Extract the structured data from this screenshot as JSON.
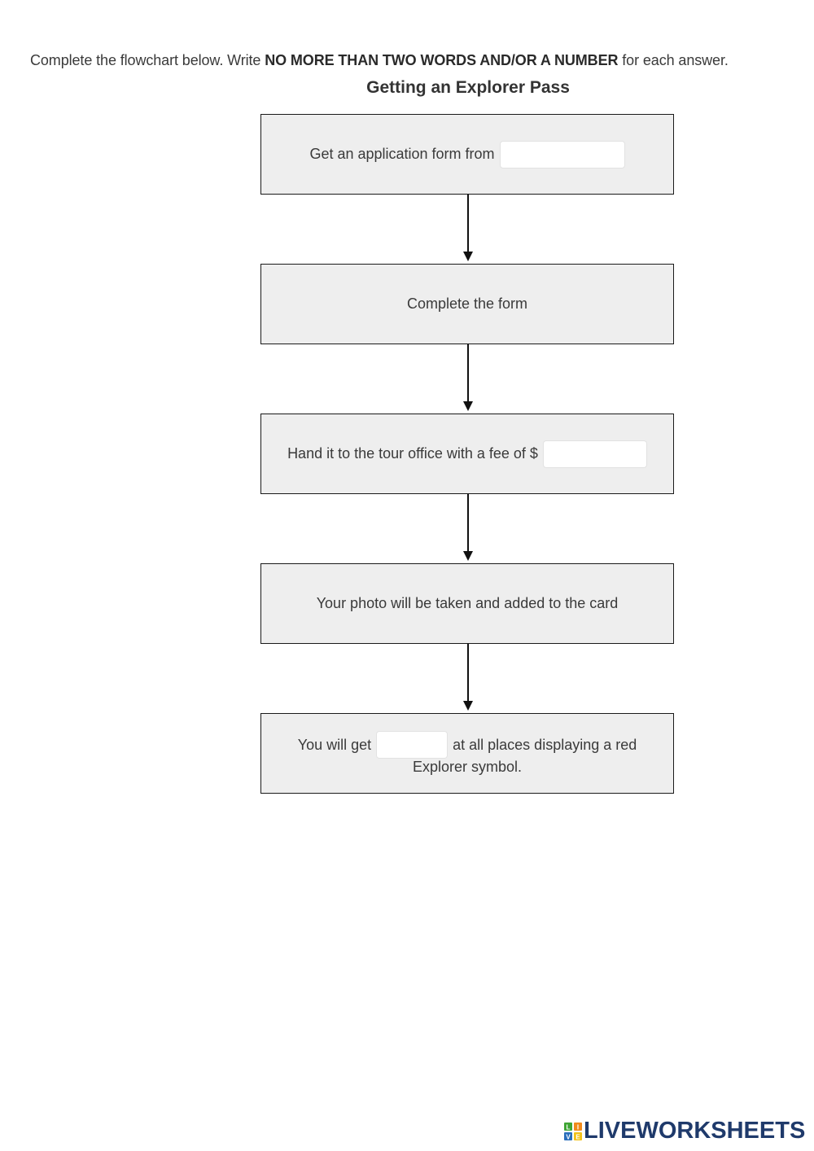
{
  "instructions": {
    "before": "Complete the flowchart below. Write ",
    "emphasis": "NO MORE THAN TWO WORDS AND/OR A NUMBER",
    "after": " for each answer."
  },
  "title": "Getting an Explorer Pass",
  "steps": [
    {
      "text": "Get an application form from",
      "answer": ""
    },
    {
      "text": "Complete the form"
    },
    {
      "text": "Hand it to the tour office with a fee of $",
      "answer": ""
    },
    {
      "text": "Your photo will be taken and added to the card"
    },
    {
      "text_before": "You will get",
      "answer": "",
      "text_after": "at all places displaying a red",
      "line2": "Explorer symbol."
    }
  ],
  "logo": {
    "text": "LIVEWORKSHEETS",
    "mark_letters": "LIVE",
    "colors": {
      "green": "#3fa535",
      "orange": "#f08a1c",
      "blue": "#2a6ebb",
      "yellow": "#f2c219",
      "text": "#1f3a6b"
    }
  }
}
